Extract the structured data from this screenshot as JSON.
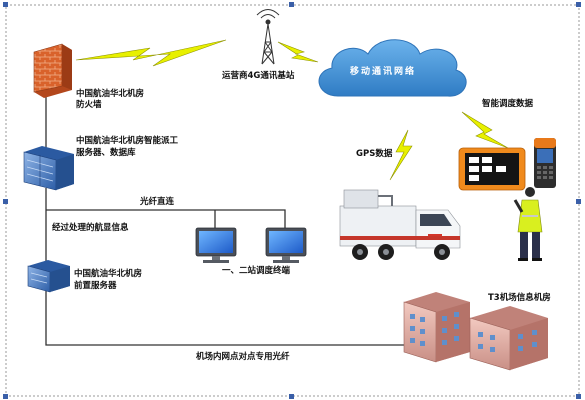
{
  "nodes": {
    "firewall": {
      "label_line1": "中国航油华北机房",
      "label_line2": "防火墙",
      "icon": "firewall-icon"
    },
    "app_server": {
      "label_line1": "中国航油华北机房智能派工",
      "label_line2": "服务器、数据库",
      "icon": "server-rack-icon"
    },
    "front_server": {
      "label_line1": "中国航油华北机房",
      "label_line2": "前置服务器",
      "icon": "server-rack-icon"
    },
    "dispatch_terminals": {
      "label": "一、二站调度终端",
      "icon": "desktop-computer-icon"
    },
    "base_station": {
      "label": "运营商4G通讯基站",
      "icon": "cell-tower-icon"
    },
    "mobile_network": {
      "label": "移动通讯网络",
      "icon": "cloud-icon"
    },
    "t3_room": {
      "label": "T3机场信息机房",
      "icon": "office-building-icon"
    },
    "refuel_truck": {
      "icon": "fuel-truck-icon"
    },
    "handheld": {
      "icon": "handheld-terminal-icon"
    },
    "worker": {
      "icon": "field-worker-icon"
    }
  },
  "links": {
    "fiber_direct": "光纤直连",
    "processed_flight": "经过处理的航显信息",
    "airport_fiber": "机场内网点对点专用光纤",
    "gps": "GPS数据",
    "smart_dispatch": "智能调度数据"
  },
  "colors": {
    "cloud": "#3f8fd3",
    "lightning": "#e8f000",
    "server": "#3c6fb6",
    "line": "#333333"
  }
}
